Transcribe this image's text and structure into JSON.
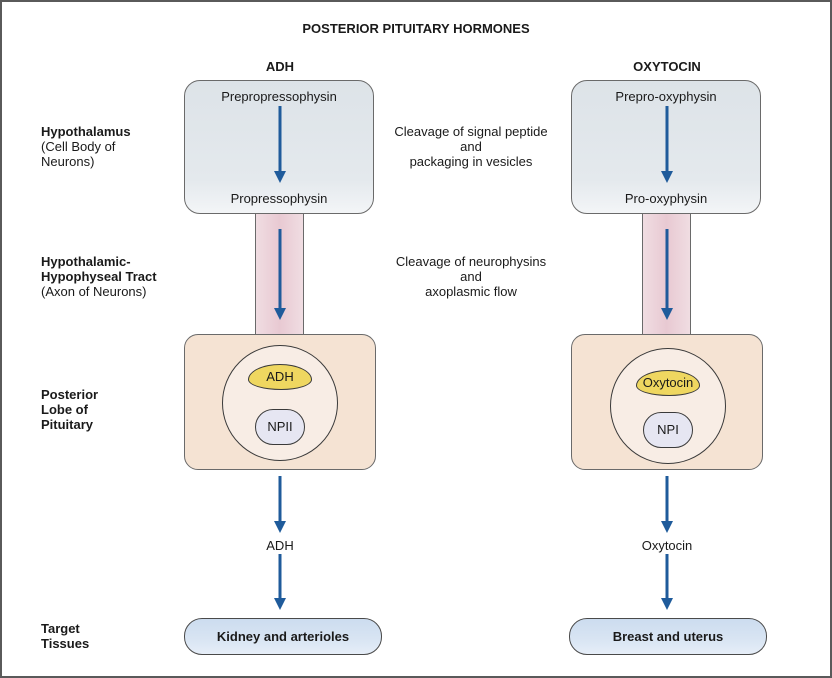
{
  "title": "POSTERIOR PITUITARY HORMONES",
  "columns": {
    "adh": {
      "header": "ADH",
      "precursor": "Prepropressophysin",
      "prohormone": "Propressophysin",
      "granule_hormone": "ADH",
      "neurophysin": "NPII",
      "released": "ADH",
      "target": "Kidney and arterioles"
    },
    "oxytocin": {
      "header": "OXYTOCIN",
      "precursor": "Prepro-oxyphysin",
      "prohormone": "Pro-oxyphysin",
      "granule_hormone": "Oxytocin",
      "neurophysin": "NPI",
      "released": "Oxytocin",
      "target": "Breast and uterus"
    }
  },
  "row_labels": {
    "hypothalamus": {
      "bold": "Hypothalamus",
      "sub1": "(Cell Body of",
      "sub2": "Neurons)"
    },
    "tract": {
      "bold1": "Hypothalamic-",
      "bold2": "Hypophyseal Tract",
      "sub": "(Axon of Neurons)"
    },
    "posterior_lobe": {
      "line1": "Posterior",
      "line2": "Lobe of",
      "line3": "Pituitary"
    },
    "target": {
      "line1": "Target",
      "line2": "Tissues"
    }
  },
  "notes": {
    "step1": {
      "line1": "Cleavage of signal peptide",
      "line2": "and",
      "line3": "packaging in vesicles"
    },
    "step2": {
      "line1": "Cleavage of neurophysins",
      "line2": "and",
      "line3": "axoplasmic flow"
    }
  },
  "colors": {
    "arrow": "#1f5b9b",
    "hypothalamus_fill": "#e2e7eb",
    "tract_fill": "#e8c9d2",
    "pituitary_fill": "#f5e3d3",
    "hormone_fill": "#efd760",
    "neurophysin_fill": "#e6e6f2",
    "target_fill": "#d6e3f2"
  }
}
